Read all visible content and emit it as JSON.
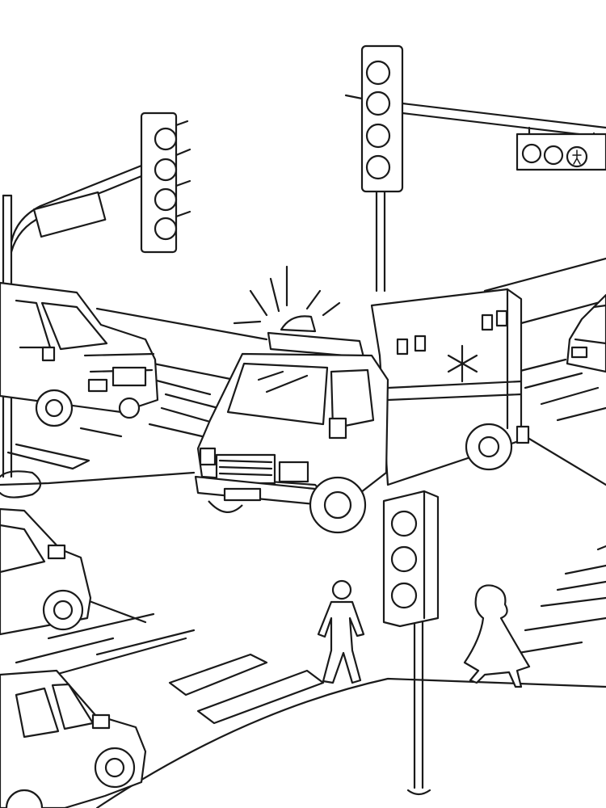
{
  "scene": {
    "line_color": "#1a1a1a",
    "background_color": "#ffffff",
    "elements": [
      "ambulance",
      "traffic-lights",
      "cars",
      "crosswalks",
      "pedestrians",
      "street-signs"
    ]
  }
}
